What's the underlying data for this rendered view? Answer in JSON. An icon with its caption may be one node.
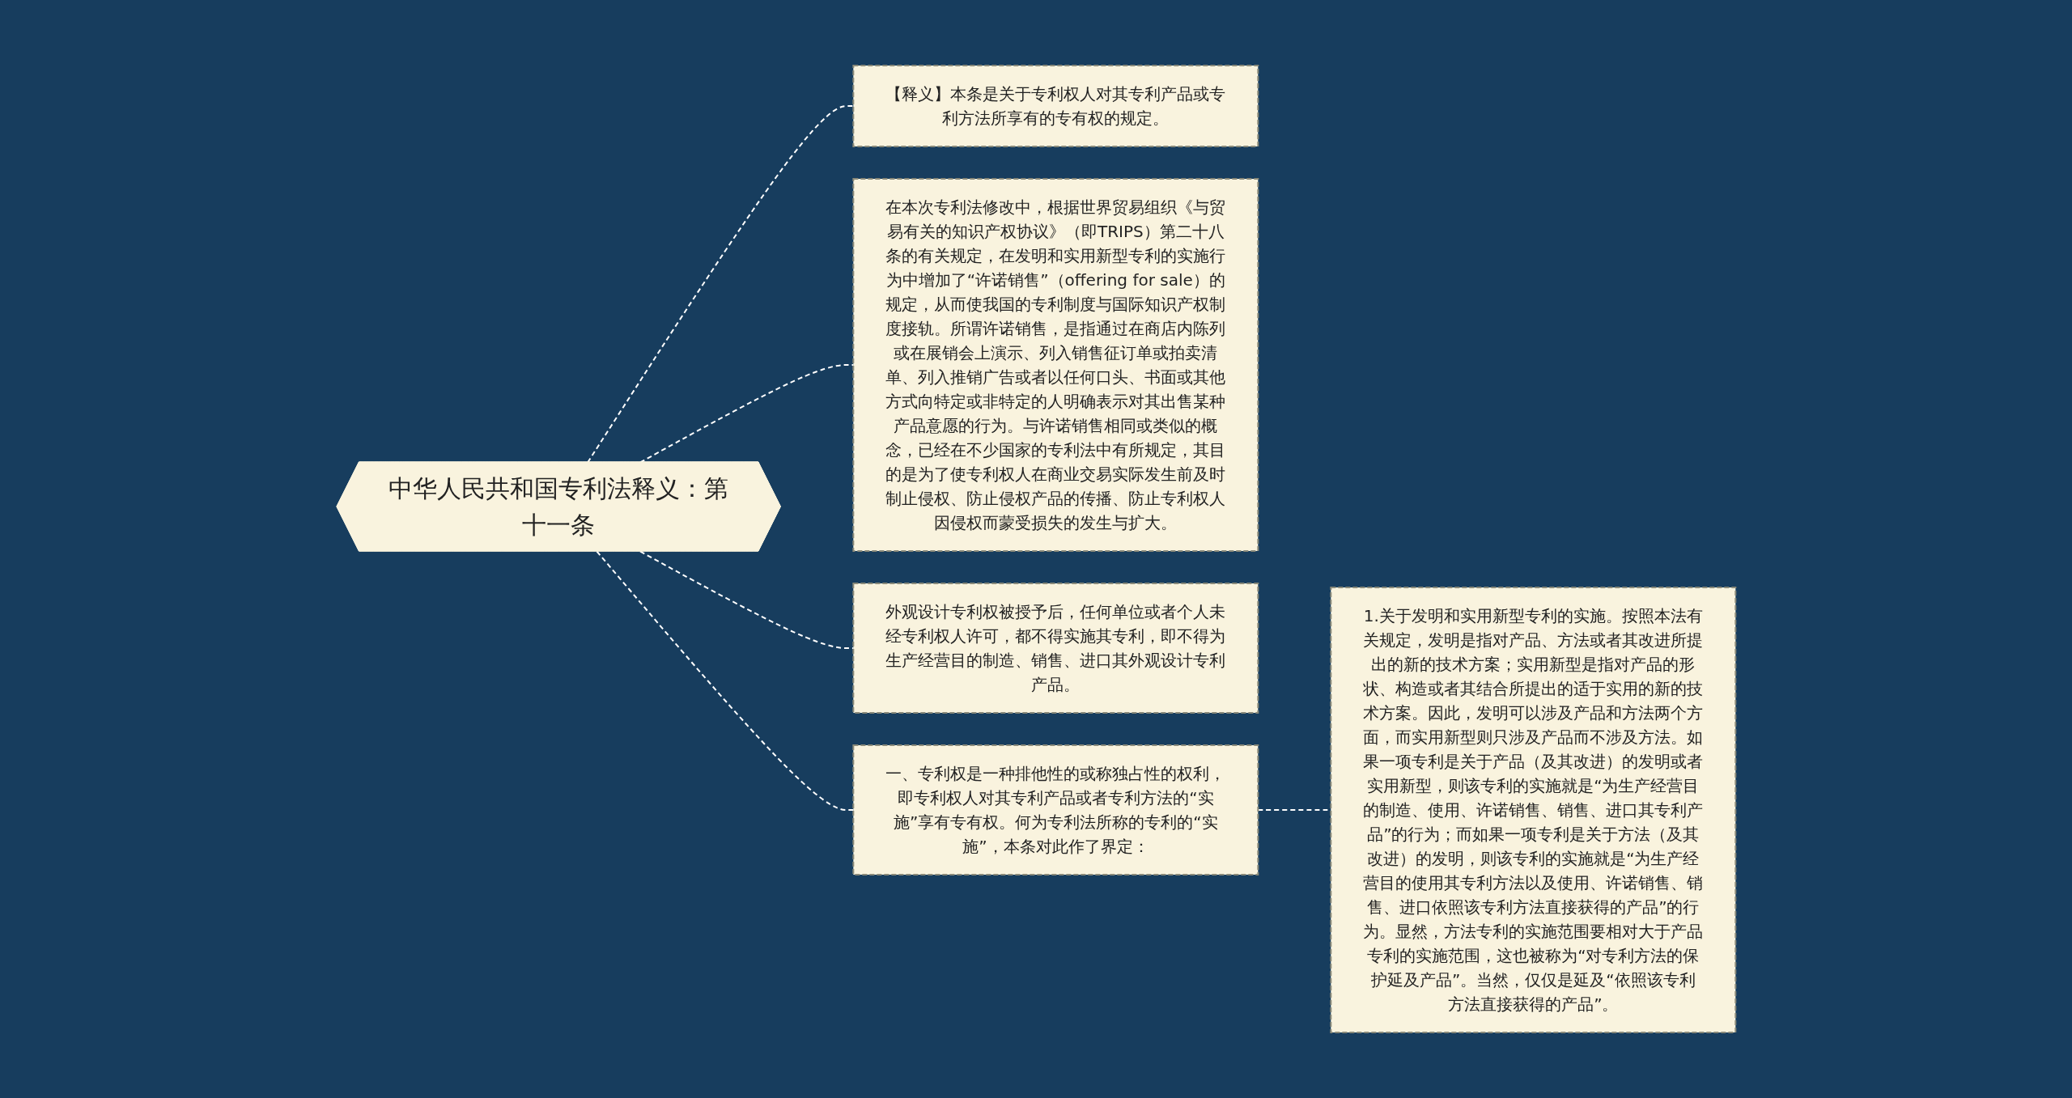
{
  "diagram": {
    "nodes": [
      {
        "text": [
          "中华人民共和国专利法释义：第十一条"
        ]
      },
      {
        "text": [
          "【释义】本条是关于专利权人对其专利产品或专利方法所享有的专有权的规定。"
        ]
      },
      {
        "text": [
          "在本次专利法修改中，根据世界贸易组织《与贸易有关的知识产权协议》（即TRIPS）第二十八条的有关规定，在发明和实用新型专利的实施行为中增加了“许诺销售”（offering for sale）的规定，从而使我国的专利制度与国际知识产权制度接轨。所谓许诺销售，是指通过在商店内陈列或在展销会上演示、列入销售征订单或拍卖清单、列入推销广告或者以任何口头、书面或其他方式向特定或非特定的人明确表示对其出售某种产品意愿的行为。与许诺销售相同或类似的概念，已经在不少国家的专利法中有所规定，其目的是为了使专利权人在商业交易实际发生前及时制止侵权、防止侵权产品的传播、防止专利权人因侵权而蒙受损失的发生与扩大。"
        ]
      },
      {
        "text": [
          "外观设计专利权被授予后，任何单位或者个人未经专利权人许可，都不得实施其专利，即不得为生产经营目的制造、销售、进口其外观设计专利产品。"
        ]
      },
      {
        "text": [
          "一、专利权是一种排他性的或称独占性的权利，即专利权人对其专利产品或者专利方法的“实施”享有专有权。何为专利法所称的专利的“实施”，本条对此作了界定："
        ]
      },
      {
        "text": [
          "1.关于发明和实用新型专利的实施。按照本法有关规定，发明是指对产品、方法或者其改进所提出的新的技术方案；实用新型是指对产品的形状、构造或者其结合所提出的适于实用的新的技术方案。因此，发明可以涉及产品和方法两个方面，而实用新型则只涉及产品而不涉及方法。如果一项专利是关于产品（及其改进）的发明或者实用新型，则该专利的实施就是“为生产经营目的制造、使用、许诺销售、销售、进口其专利产品”的行为；而如果一项专利是关于方法（及其改进）的发明，则该专利的实施就是“为生产经营目的使用其专利方法以及使用、许诺销售、销售、进口依照该专利方法直接获得的产品”的行为。显然，方法专利的实施范围要相对大于产品专利的实施范围，这也被称为“对专利方法的保护延及产品”。当然，仅仅是延及“依照该专利方法直接获得的产品”。"
        ]
      }
    ],
    "edges": [
      {
        "from": 0,
        "to": 1,
        "arrow": "none",
        "style": "dashed"
      },
      {
        "from": 0,
        "to": 2,
        "arrow": "none",
        "style": "dashed"
      },
      {
        "from": 0,
        "to": 3,
        "arrow": "none",
        "style": "dashed"
      },
      {
        "from": 0,
        "to": 4,
        "arrow": "none",
        "style": "dashed"
      },
      {
        "from": 4,
        "to": 5,
        "arrow": "none",
        "style": "dashed"
      }
    ]
  }
}
